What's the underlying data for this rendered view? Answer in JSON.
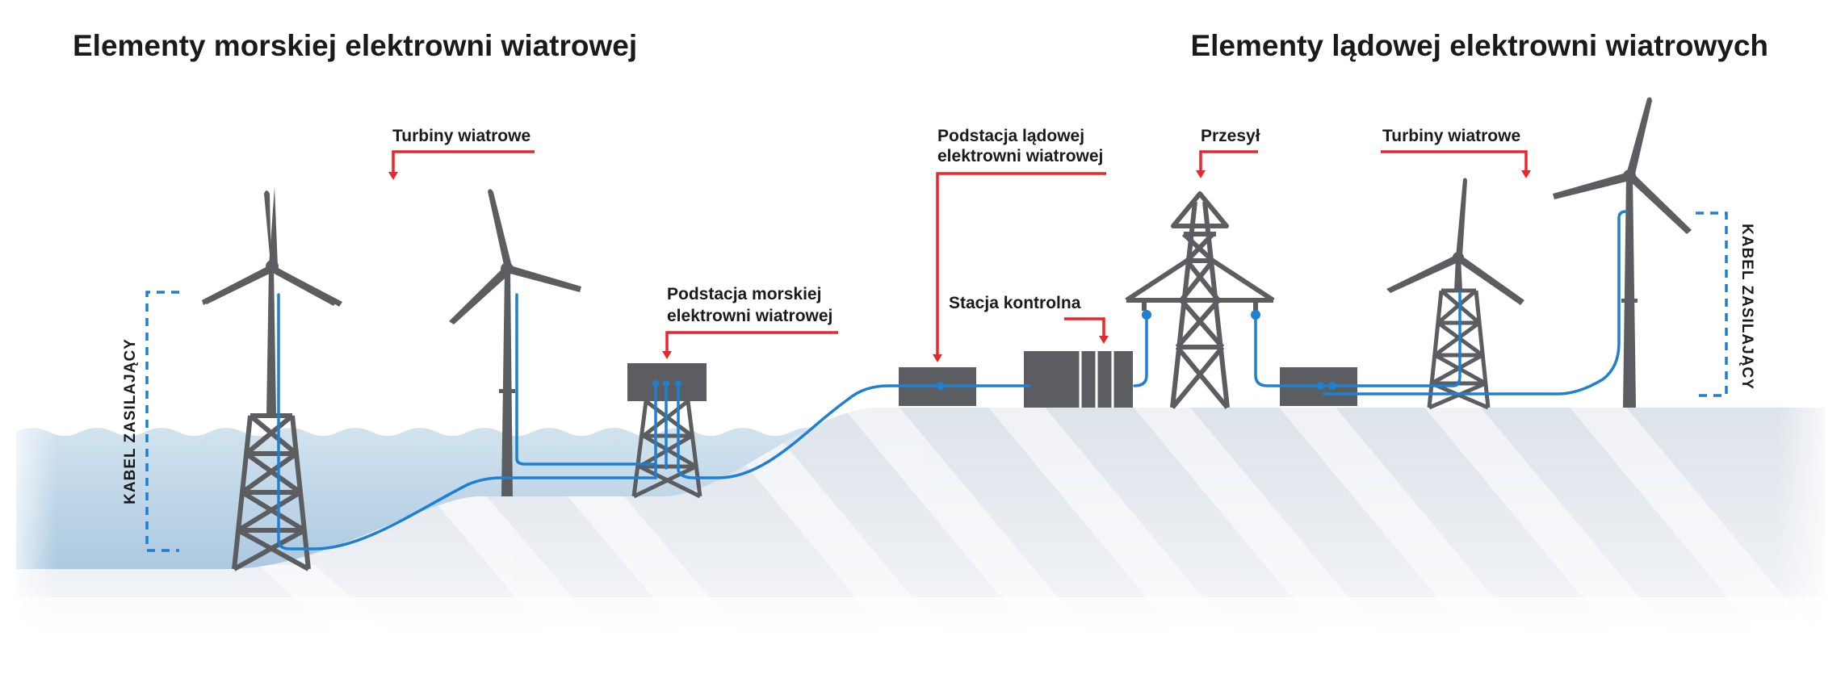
{
  "titles": {
    "offshore": "Elementy morskiej elektrowni wiatrowej",
    "onshore": "Elementy lądowej elektrowni wiatrowych"
  },
  "labels": {
    "offshore_turbines": "Turbiny wiatrowe",
    "offshore_substation_line1": "Podstacja morskiej",
    "offshore_substation_line2": "elektrowni wiatrowej",
    "onshore_substation_line1": "Podstacja lądowej",
    "onshore_substation_line2": "elektrowni wiatrowej",
    "control_station": "Stacja kontrolna",
    "transmission": "Przesył",
    "onshore_turbines": "Turbiny wiatrowe",
    "power_cable_left": "KABEL ZASILAJĄCY",
    "power_cable_right": "KABEL ZASILAJĄCY"
  },
  "colors": {
    "accent_red": "#e8262b",
    "cable_blue": "#1f7fd0",
    "structure_gray": "#5b5d60",
    "water": "#b9d3e6",
    "ground": "#e3e8ef"
  }
}
